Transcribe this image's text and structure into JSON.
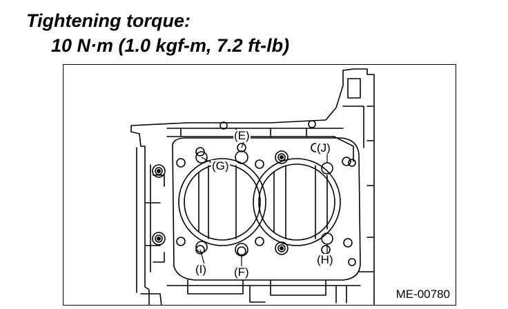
{
  "heading": {
    "title": "Tightening torque:",
    "value": "10 N·m (1.0 kgf-m, 7.2 ft-lb)"
  },
  "figure": {
    "callouts": {
      "E": "(E)",
      "J": "(J)",
      "G": "(G)",
      "I": "(I)",
      "F": "(F)",
      "H": "(H)"
    },
    "id": "ME-00780"
  }
}
